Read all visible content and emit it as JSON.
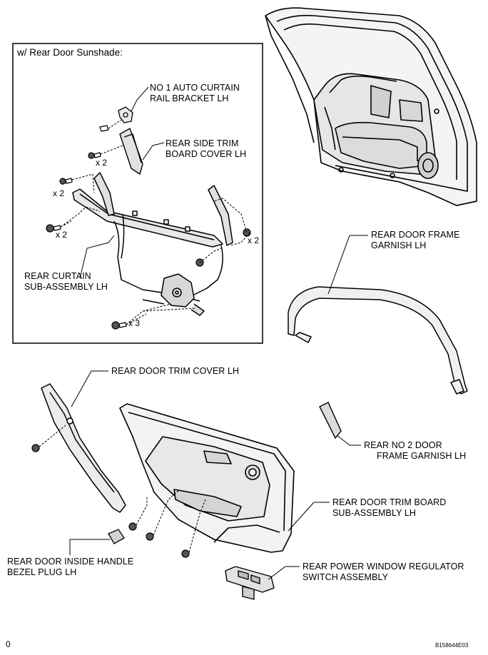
{
  "inset": {
    "title": "w/ Rear Door Sunshade:"
  },
  "labels": {
    "bracket_l1": "NO  1 AUTO CURTAIN",
    "bracket_l2": "RAIL BRACKET LH",
    "sidetrim_l1": "REAR SIDE TRIM",
    "sidetrim_l2": "BOARD COVER LH",
    "curtain_l1": "REAR CURTAIN",
    "curtain_l2": "SUB-ASSEMBLY LH",
    "frame_l1": "REAR DOOR FRAME",
    "frame_l2": "GARNISH LH",
    "trimcover": "REAR DOOR TRIM COVER LH",
    "no2_l1": "REAR NO  2 DOOR",
    "no2_l2": "FRAME GARNISH LH",
    "trimboard_l1": "REAR DOOR TRIM BOARD",
    "trimboard_l2": "SUB-ASSEMBLY LH",
    "bezel_l1": "REAR DOOR INSIDE HANDLE",
    "bezel_l2": "BEZEL PLUG LH",
    "switch_l1": "REAR POWER WINDOW REGULATOR",
    "switch_l2": "SWITCH ASSEMBLY"
  },
  "quantities": {
    "q1": "x 2",
    "q2": "x 2",
    "q3": "x 2",
    "q4": "x 2",
    "q5": "x 3"
  },
  "footer": {
    "left": "0",
    "code": "B158644E03"
  }
}
